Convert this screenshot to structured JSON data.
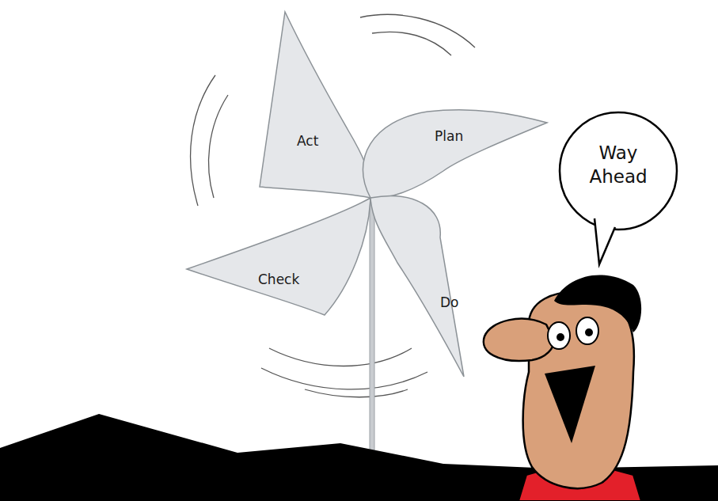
{
  "diagram": {
    "nodes": [
      {
        "text": [
          "Act"
        ]
      },
      {
        "text": [
          "Plan"
        ]
      },
      {
        "text": [
          "Check"
        ]
      },
      {
        "text": [
          "Do"
        ]
      },
      {
        "text": [
          "Way Ahead"
        ]
      }
    ]
  }
}
